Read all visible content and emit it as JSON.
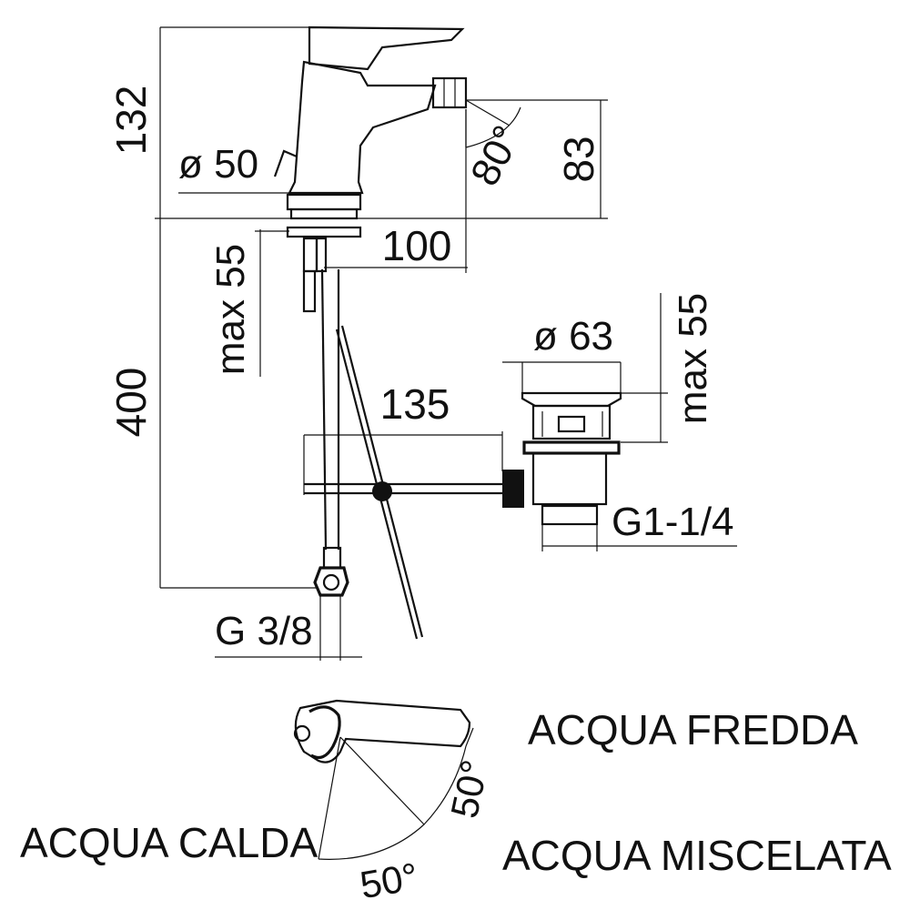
{
  "dimensions": {
    "total_height_top": "132",
    "body_diameter": "ø 50",
    "spout_height": "83",
    "spout_angle": "80°",
    "spout_reach": "100",
    "max_thickness_left": "max 55",
    "hose_length": "400",
    "drain_diameter": "ø 63",
    "max_thickness_right": "max 55",
    "drain_offset": "135",
    "drain_thread": "G1-1/4",
    "supply_thread": "G 3/8"
  },
  "handle_labels": {
    "cold": "ACQUA FREDDA",
    "hot": "ACQUA CALDA",
    "mixed": "ACQUA MISCELATA",
    "angle_left": "50°",
    "angle_right": "50°"
  },
  "colors": {
    "line": "#111111",
    "background": "#ffffff"
  }
}
